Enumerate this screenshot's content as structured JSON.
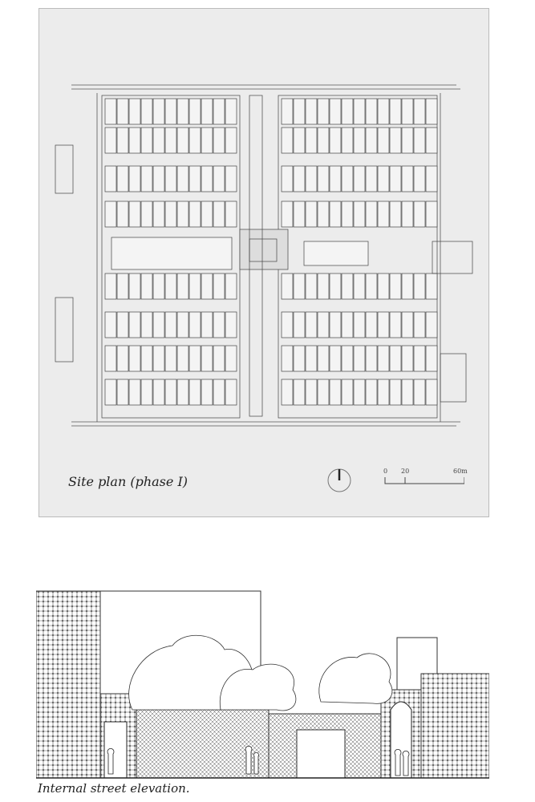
{
  "site_plan": {
    "caption": "Site plan (phase I)",
    "scale_labels": [
      "0",
      "20",
      "60m"
    ],
    "north_arrow": "north-arrow-icon"
  },
  "elevation": {
    "caption": "Internal street elevation."
  },
  "colors": {
    "panel": "#ececec",
    "ink": "#333333"
  }
}
